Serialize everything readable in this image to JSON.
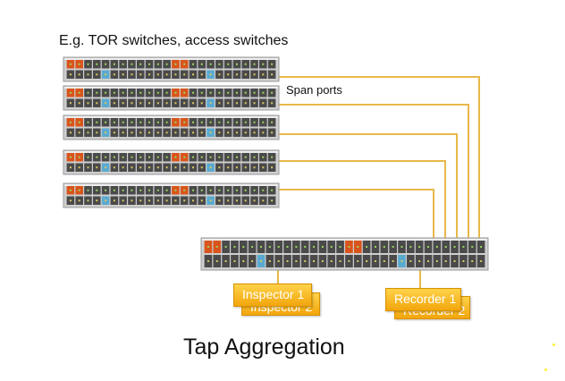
{
  "captions": {
    "top": "E.g. TOR switches, access switches",
    "span_ports": "Span ports",
    "bottom": "Tap Aggregation"
  },
  "tools": {
    "inspector_1": "Inspector 1",
    "inspector_2": "Inspector 2",
    "recorder_1": "Recorder 1",
    "recorder_2": "Recorder 2"
  },
  "colors": {
    "link": "#e8b84a",
    "port_accent_orange": "#d9541c",
    "port_accent_blue": "#5aaad0",
    "tool_box": "#f7b51c",
    "switch_body": "#cfcfcf",
    "port": "#4a4a4a"
  },
  "switches": {
    "access_switch_count": 5,
    "aggregation_switch_count": 1
  }
}
